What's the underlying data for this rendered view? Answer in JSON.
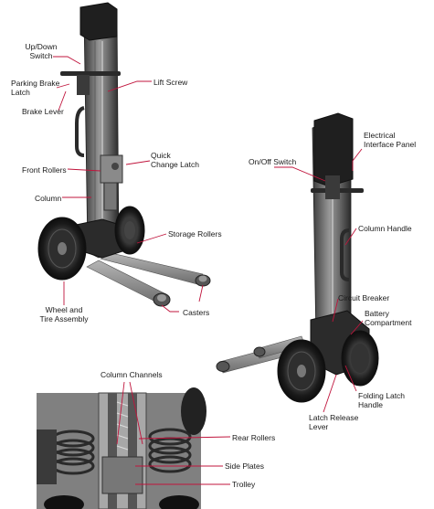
{
  "accent_color": "#c0143c",
  "labels": {
    "up_down_switch": "Up/Down\nSwitch",
    "parking_brake_latch": "Parking Brake\nLatch",
    "brake_lever": "Brake Lever",
    "lift_screw": "Lift Screw",
    "quick_change_latch": "Quick\nChange Latch",
    "front_rollers": "Front Rollers",
    "column": "Column",
    "storage_rollers": "Storage Rollers",
    "wheel_and_tire_assembly": "Wheel and\nTire Assembly",
    "casters": "Casters",
    "on_off_switch": "On/Off Switch",
    "electrical_interface_panel": "Electrical\nInterface Panel",
    "column_handle": "Column Handle",
    "circuit_breaker": "Circuit Breaker",
    "battery_compartment": "Battery\nCompartment",
    "folding_latch_handle": "Folding Latch\nHandle",
    "latch_release_lever": "Latch Release\nLever",
    "column_channels": "Column Channels",
    "rear_rollers": "Rear Rollers",
    "side_plates": "Side Plates",
    "trolley": "Trolley"
  }
}
